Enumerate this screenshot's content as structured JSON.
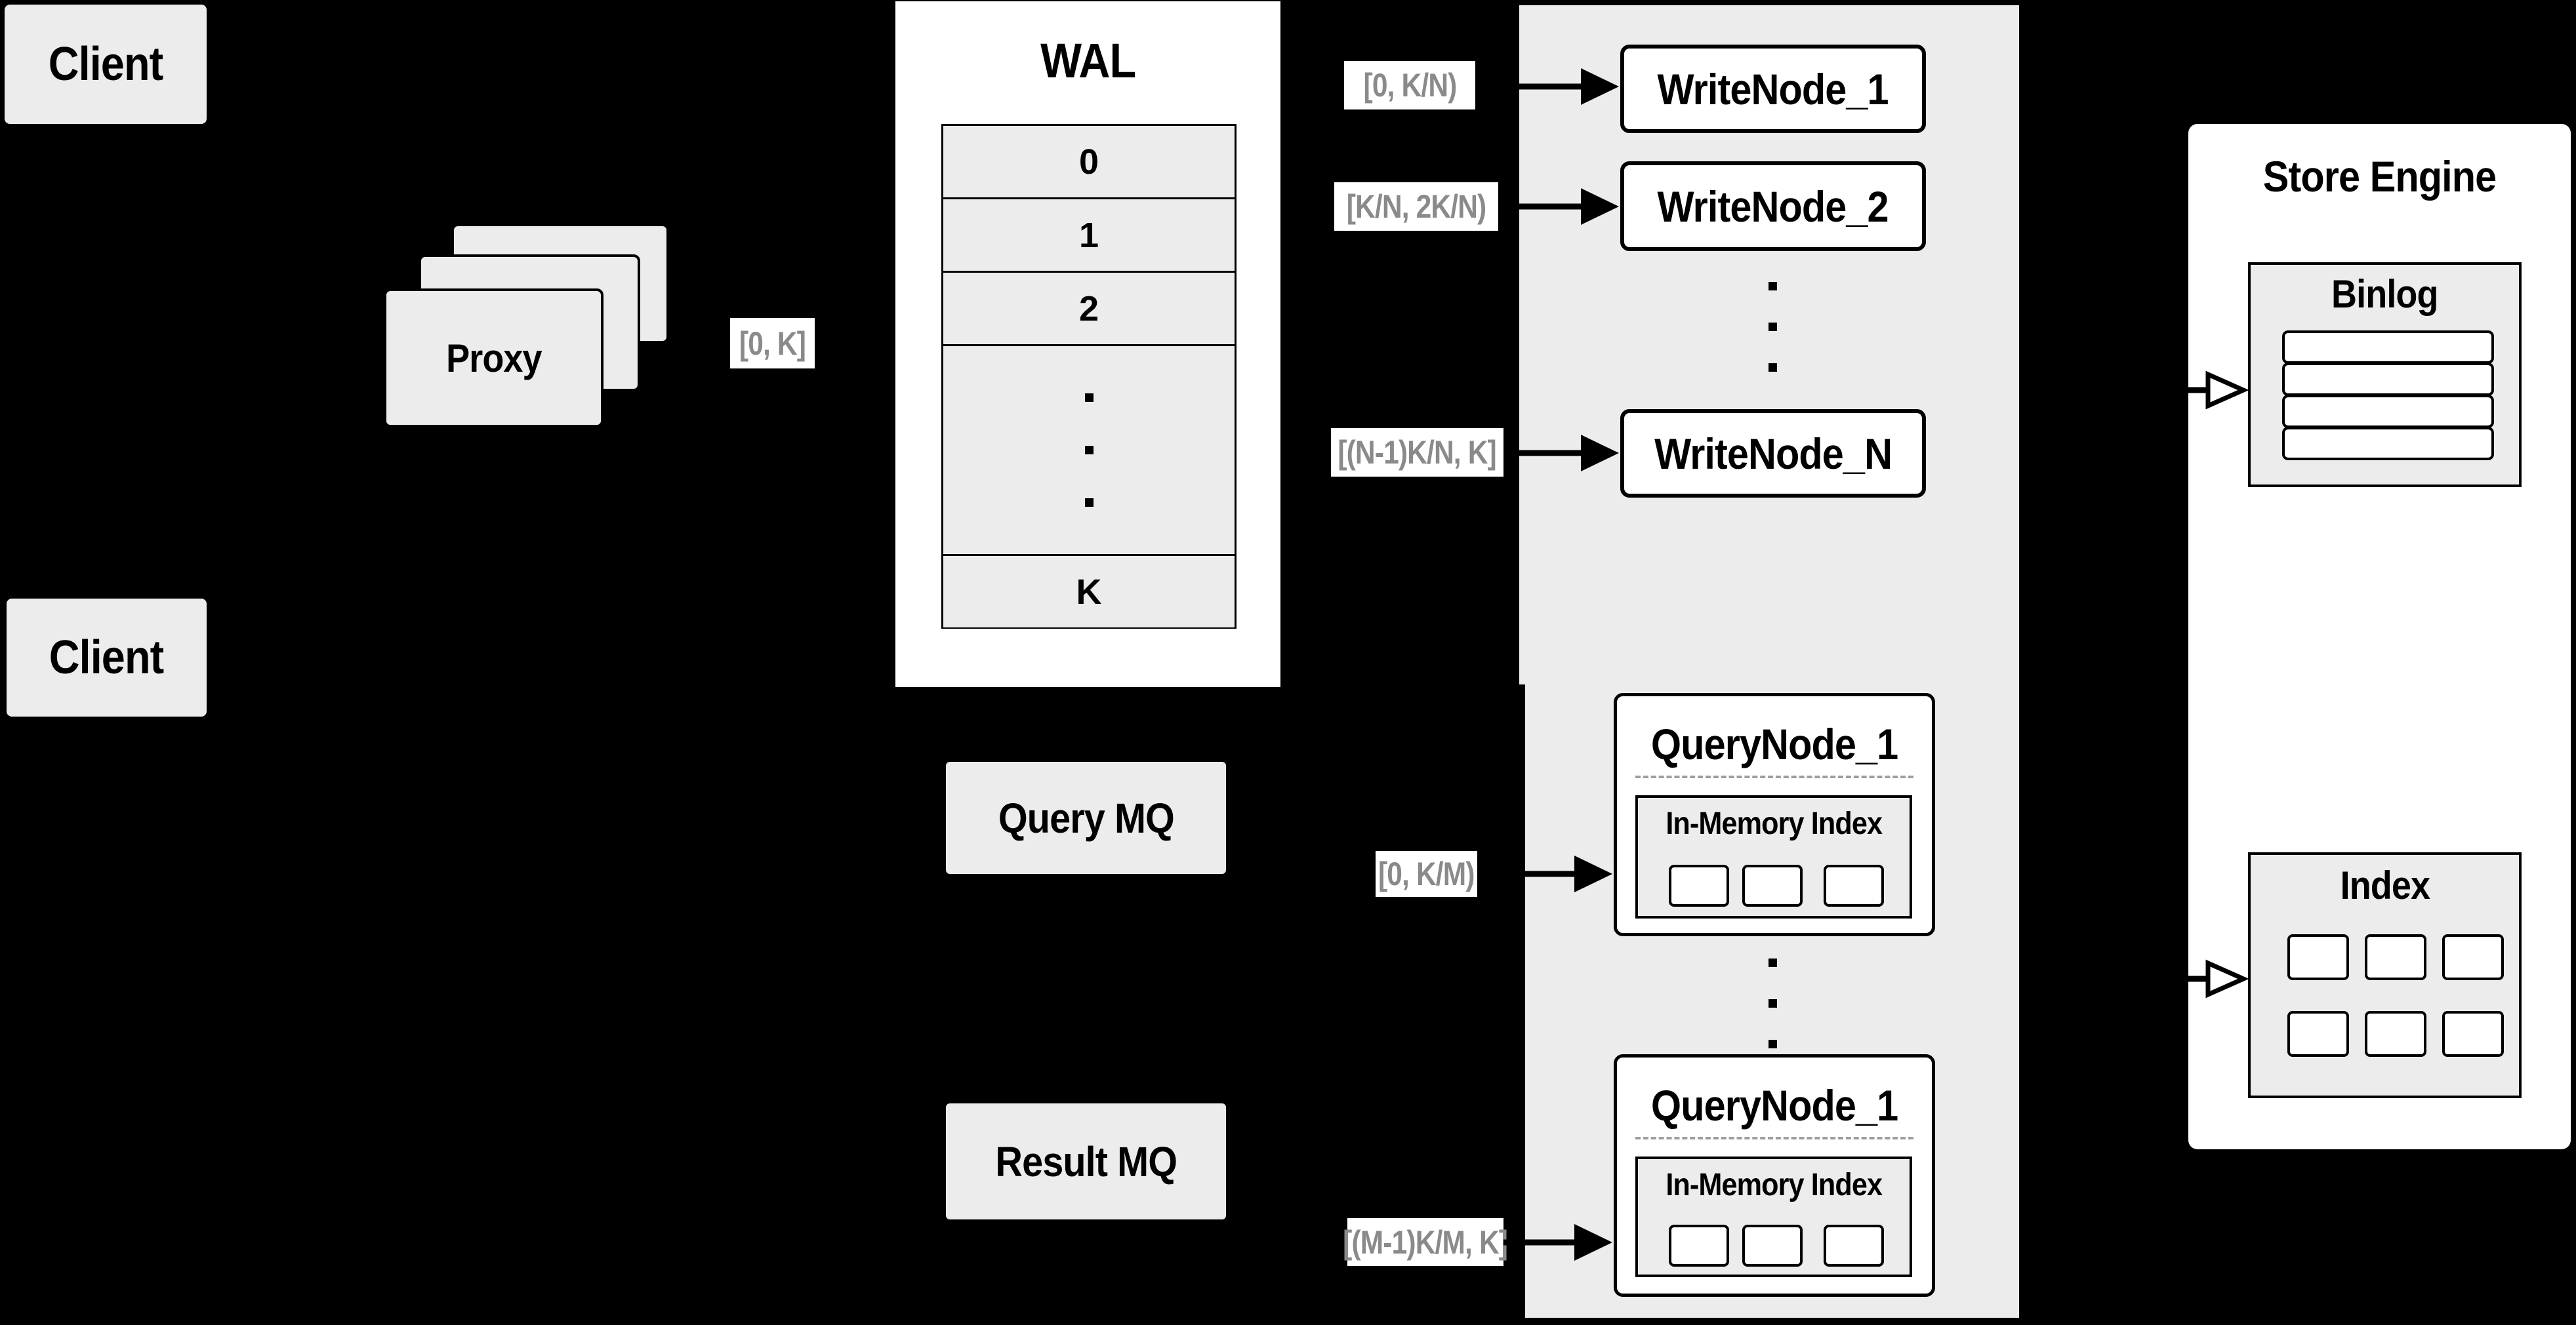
{
  "colors": {
    "background": "#000000",
    "box_fill_gray": "#ececec",
    "box_fill_white": "#ffffff",
    "border_black": "#000000",
    "range_label_text": "#8a8a8a",
    "dashed_separator": "#9e9e9e"
  },
  "client_top": {
    "label": "Client"
  },
  "client_bottom": {
    "label": "Client"
  },
  "proxy": {
    "label": "Proxy"
  },
  "wal": {
    "title": "WAL",
    "rows": [
      "0",
      "1",
      "2"
    ],
    "last_row": "K"
  },
  "flow_labels": {
    "proxy_to_wal": "[0, K]",
    "wal_to_write_1": "[0,  K/N)",
    "wal_to_write_2": "[K/N, 2K/N)",
    "wal_to_write_n": "[(N-1)K/N,  K]",
    "mq_to_query_1": "[0, K/M)",
    "mq_to_query_m": "[(M-1)K/M, K]"
  },
  "write_nodes": {
    "node_1": "WriteNode_1",
    "node_2": "WriteNode_2",
    "node_n": "WriteNode_N"
  },
  "query_mq": {
    "label": "Query MQ"
  },
  "result_mq": {
    "label": "Result MQ"
  },
  "query_nodes": {
    "node_1": {
      "title": "QueryNode_1",
      "index_title": "In-Memory Index"
    },
    "node_2": {
      "title": "QueryNode_1",
      "index_title": "In-Memory Index"
    }
  },
  "store_engine": {
    "title": "Store Engine",
    "binlog_title": "Binlog",
    "index_title": "Index"
  }
}
